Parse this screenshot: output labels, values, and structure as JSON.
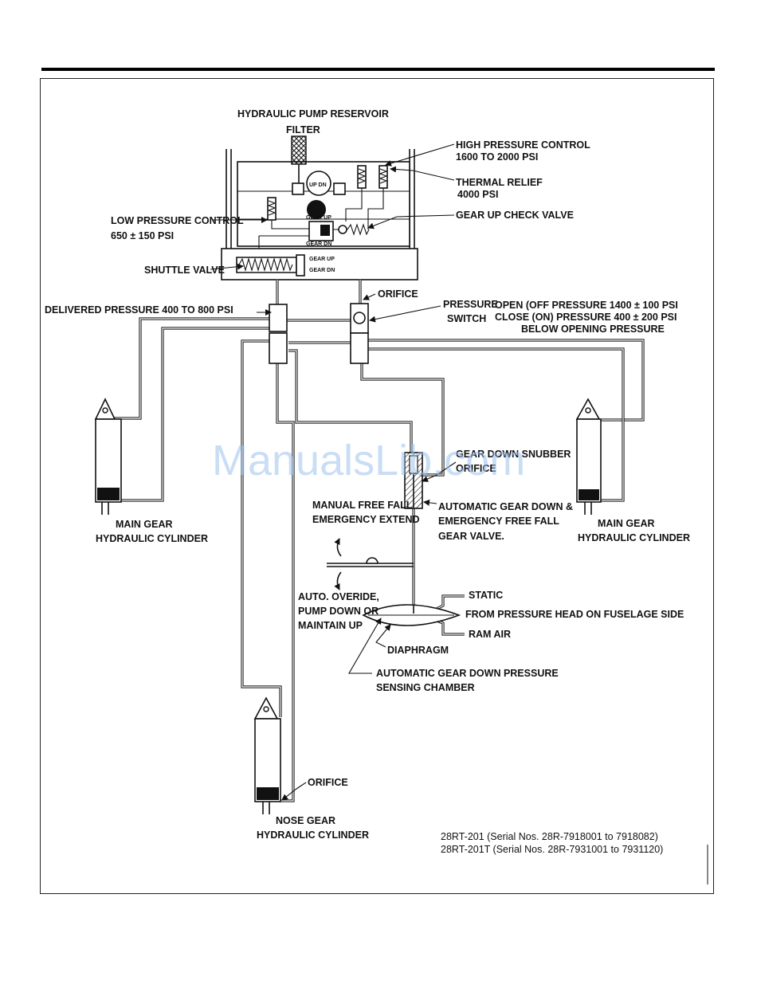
{
  "diagram": {
    "title": "HYDRAULIC PUMP RESERVOIR",
    "labels": {
      "filter": "FILTER",
      "high_pressure_control_1": "HIGH PRESSURE CONTROL",
      "high_pressure_control_2": "1600 TO 2000 PSI",
      "thermal_relief_1": "THERMAL RELIEF",
      "thermal_relief_2": "4000 PSI",
      "gear_up_check_valve": "GEAR UP CHECK VALVE",
      "low_pressure_control_1": "LOW PRESSURE CONTROL",
      "low_pressure_control_2": "650 ± 150 PSI",
      "shuttle_valve": "SHUTTLE VALVE",
      "up_dn": "UP DN",
      "gear_up_small": "GEAR UP",
      "gear_dn_small": "GEAR DN",
      "gear_up_port": "GEAR UP",
      "gear_dn_port": "GEAR DN",
      "orifice_top": "ORIFICE",
      "delivered_pressure": "DELIVERED PRESSURE 400 TO 800 PSI",
      "pressure_switch_1": "PRESSURE",
      "pressure_switch_2": "SWITCH",
      "open_pressure": "OPEN (OFF PRESSURE 1400 ± 100 PSI",
      "close_pressure": "CLOSE (ON) PRESSURE 400 ± 200 PSI",
      "below_opening": "BELOW OPENING PRESSURE",
      "gear_down_snubber_1": "GEAR DOWN SNUBBER",
      "gear_down_snubber_2": "ORIFICE",
      "manual_free_fall_1": "MANUAL FREE FALL",
      "manual_free_fall_2": "EMERGENCY EXTEND",
      "auto_gear_down_1": "AUTOMATIC GEAR DOWN &",
      "auto_gear_down_2": "EMERGENCY FREE FALL",
      "auto_gear_down_3": "GEAR VALVE.",
      "main_gear_left_1": "MAIN GEAR",
      "main_gear_left_2": "HYDRAULIC CYLINDER",
      "main_gear_right_1": "MAIN GEAR",
      "main_gear_right_2": "HYDRAULIC CYLINDER",
      "auto_override_1": "AUTO. OVERIDE,",
      "auto_override_2": "PUMP DOWN OR",
      "auto_override_3": "MAINTAIN UP",
      "static": "STATIC",
      "pressure_head": "FROM PRESSURE HEAD ON FUSELAGE SIDE",
      "ram_air": "RAM AIR",
      "diaphragm": "DIAPHRAGM",
      "sensing_chamber_1": "AUTOMATIC GEAR DOWN PRESSURE",
      "sensing_chamber_2": "SENSING CHAMBER",
      "orifice_bottom": "ORIFICE",
      "nose_gear_1": "NOSE GEAR",
      "nose_gear_2": "HYDRAULIC CYLINDER"
    },
    "serials": {
      "line1": "28RT-201 (Serial Nos. 28R-7918001 to 7918082)",
      "line2": "28RT-201T (Serial Nos. 28R-7931001 to 7931120)"
    }
  },
  "watermark": "ManualsLib.com"
}
